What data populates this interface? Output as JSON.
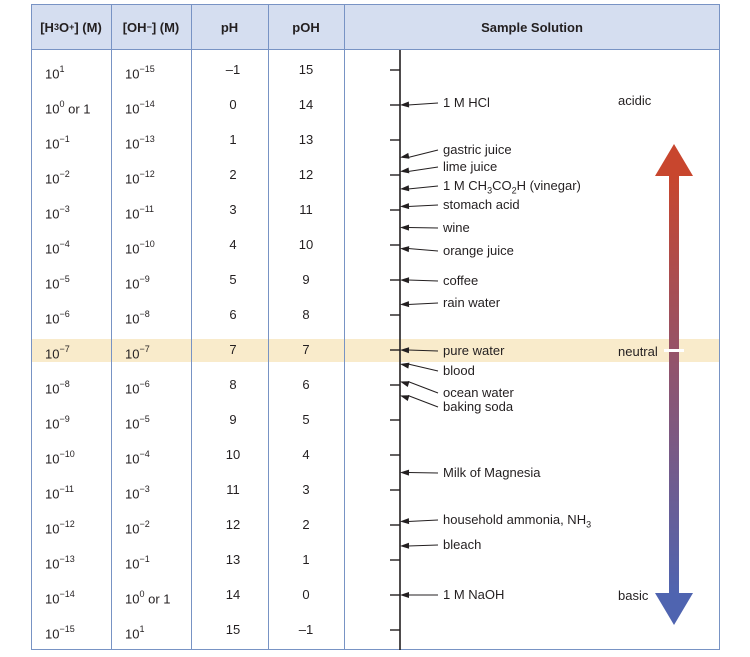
{
  "headers": {
    "h3o": {
      "pre": "[H",
      "sub1": "3",
      "mid": "O",
      "sup1": "+",
      "post": "] (M)"
    },
    "oh": {
      "pre": "[OH",
      "sup1": "−",
      "post": "] (M)"
    },
    "ph": "pH",
    "poh": "pOH",
    "sample": "Sample Solution"
  },
  "rows": [
    {
      "h3o_exp": "1",
      "h3o_suffix": "",
      "oh_exp": "−15",
      "oh_suffix": "",
      "ph": "–1",
      "poh": "15"
    },
    {
      "h3o_exp": "0",
      "h3o_suffix": " or 1",
      "oh_exp": "−14",
      "oh_suffix": "",
      "ph": "0",
      "poh": "14"
    },
    {
      "h3o_exp": "−1",
      "h3o_suffix": "",
      "oh_exp": "−13",
      "oh_suffix": "",
      "ph": "1",
      "poh": "13"
    },
    {
      "h3o_exp": "−2",
      "h3o_suffix": "",
      "oh_exp": "−12",
      "oh_suffix": "",
      "ph": "2",
      "poh": "12"
    },
    {
      "h3o_exp": "−3",
      "h3o_suffix": "",
      "oh_exp": "−11",
      "oh_suffix": "",
      "ph": "3",
      "poh": "11"
    },
    {
      "h3o_exp": "−4",
      "h3o_suffix": "",
      "oh_exp": "−10",
      "oh_suffix": "",
      "ph": "4",
      "poh": "10"
    },
    {
      "h3o_exp": "−5",
      "h3o_suffix": "",
      "oh_exp": "−9",
      "oh_suffix": "",
      "ph": "5",
      "poh": "9"
    },
    {
      "h3o_exp": "−6",
      "h3o_suffix": "",
      "oh_exp": "−8",
      "oh_suffix": "",
      "ph": "6",
      "poh": "8"
    },
    {
      "h3o_exp": "−7",
      "h3o_suffix": "",
      "oh_exp": "−7",
      "oh_suffix": "",
      "ph": "7",
      "poh": "7"
    },
    {
      "h3o_exp": "−8",
      "h3o_suffix": "",
      "oh_exp": "−6",
      "oh_suffix": "",
      "ph": "8",
      "poh": "6"
    },
    {
      "h3o_exp": "−9",
      "h3o_suffix": "",
      "oh_exp": "−5",
      "oh_suffix": "",
      "ph": "9",
      "poh": "5"
    },
    {
      "h3o_exp": "−10",
      "h3o_suffix": "",
      "oh_exp": "−4",
      "oh_suffix": "",
      "ph": "10",
      "poh": "4"
    },
    {
      "h3o_exp": "−11",
      "h3o_suffix": "",
      "oh_exp": "−3",
      "oh_suffix": "",
      "ph": "11",
      "poh": "3"
    },
    {
      "h3o_exp": "−12",
      "h3o_suffix": "",
      "oh_exp": "−2",
      "oh_suffix": "",
      "ph": "12",
      "poh": "2"
    },
    {
      "h3o_exp": "−13",
      "h3o_suffix": "",
      "oh_exp": "−1",
      "oh_suffix": "",
      "ph": "13",
      "poh": "1"
    },
    {
      "h3o_exp": "−14",
      "h3o_suffix": "",
      "oh_exp": "0",
      "oh_suffix": " or 1",
      "ph": "14",
      "poh": "0"
    },
    {
      "h3o_exp": "−15",
      "h3o_suffix": "",
      "oh_exp": "1",
      "oh_suffix": "",
      "ph": "15",
      "poh": "–1"
    }
  ],
  "samples": [
    {
      "name": "1 M HCl",
      "ph": 0
    },
    {
      "name": "gastric juice",
      "ph": 1.5
    },
    {
      "name": "lime juice",
      "ph": 1.9
    },
    {
      "name": "1 M CH3CO2H (vinegar)",
      "ph": 2.4
    },
    {
      "name": "stomach acid",
      "ph": 2.9
    },
    {
      "name": "wine",
      "ph": 3.5
    },
    {
      "name": "orange juice",
      "ph": 4.1
    },
    {
      "name": "coffee",
      "ph": 5.0
    },
    {
      "name": "rain water",
      "ph": 5.7
    },
    {
      "name": "pure water",
      "ph": 7.0
    },
    {
      "name": "blood",
      "ph": 7.4
    },
    {
      "name": "ocean water",
      "ph": 7.9
    },
    {
      "name": "baking soda",
      "ph": 8.3
    },
    {
      "name": "Milk of Magnesia",
      "ph": 10.5
    },
    {
      "name": "household ammonia, NH3",
      "ph": 11.9
    },
    {
      "name": "bleach",
      "ph": 12.6
    },
    {
      "name": "1 M NaOH",
      "ph": 14.0
    }
  ],
  "regions": {
    "acidic": "acidic",
    "neutral": "neutral",
    "basic": "basic"
  },
  "colors": {
    "border": "#7893c4",
    "header_bg": "#d5def0",
    "neutral_bg": "#f9ebcb",
    "acid_red": "#c8462e",
    "base_blue": "#4f64b0"
  }
}
